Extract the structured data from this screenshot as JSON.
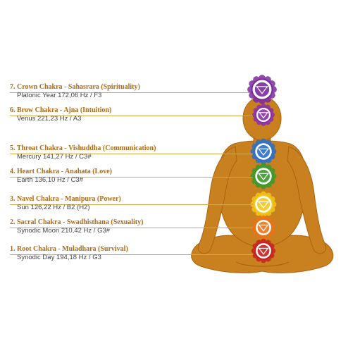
{
  "colors": {
    "body": "#c9801e",
    "body_shadow": "#a9650f",
    "label_text": "#b06a12",
    "line": "#d4a84a"
  },
  "chakras": [
    {
      "name": "7. Crown Chakra - Sahasrara (Spirituality)",
      "freq": "Platonic Year 172,06 Hz / F3",
      "color": "#7b2a9e",
      "icon": "crown-chakra-symbol"
    },
    {
      "name": "6. Brow Chakra - Ajna (Intuition)",
      "freq": "Venus 221,23 Hz / A3",
      "color": "#8b2fa8",
      "icon": "brow-chakra-symbol"
    },
    {
      "name": "5. Throat Chakra - Vishuddha (Communication)",
      "freq": "Mercury 141,27 Hz / C3#",
      "color": "#2a6fc9",
      "icon": "throat-chakra-symbol"
    },
    {
      "name": "4. Heart Chakra - Anahata (Love)",
      "freq": "Earth 136,10 Hz / C3#",
      "color": "#3a9a2a",
      "icon": "heart-chakra-symbol"
    },
    {
      "name": "3. Navel Chakra - Manipura (Power)",
      "freq": "Sun 126,22 Hz / B2 (H2)",
      "color": "#f2c81a",
      "icon": "navel-chakra-symbol"
    },
    {
      "name": "2. Sacral Chakra - Swadhisthana (Sexuality)",
      "freq": "Synodic Moon 210,42 Hz / G3#",
      "color": "#e8741a",
      "icon": "sacral-chakra-symbol"
    },
    {
      "name": "1. Root Chakra - Muladhara (Survival)",
      "freq": "Synodic Day 194,18 Hz / G3",
      "color": "#c8201e",
      "icon": "root-chakra-symbol"
    }
  ]
}
